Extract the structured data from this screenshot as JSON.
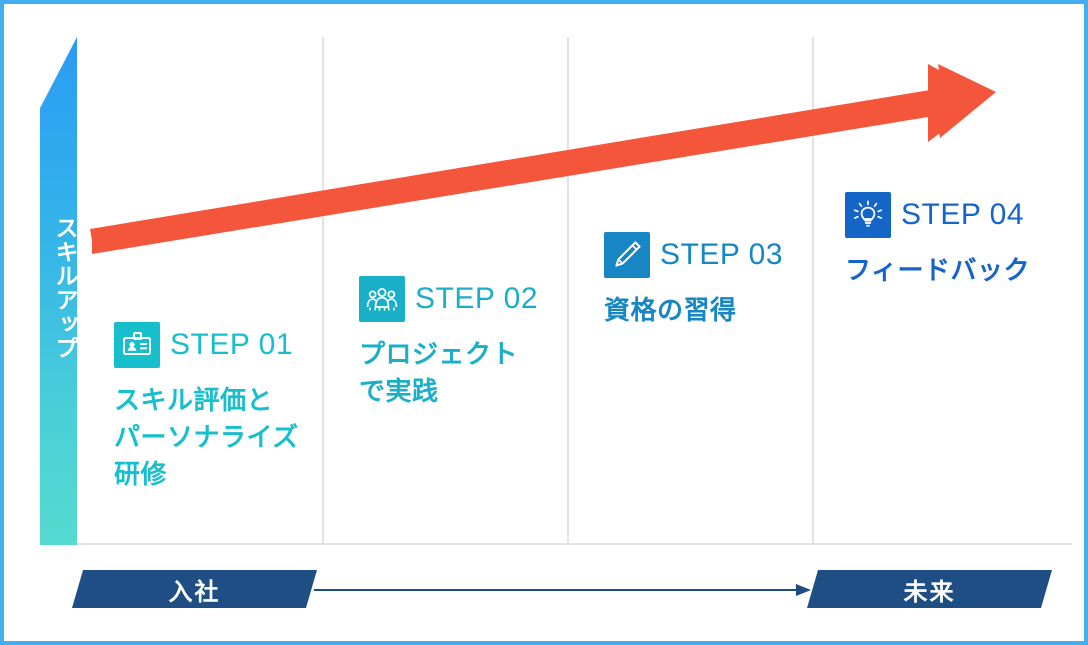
{
  "diagram": {
    "axis": {
      "label": "スキルアップ",
      "gradient_from": "#2B9BF4",
      "gradient_to": "#57DACF"
    },
    "growth_arrow": {
      "name": "growth-arrow",
      "color": "#F4563C"
    },
    "steps": [
      {
        "title": "STEP 01",
        "description": "スキル評価と\nパーソナライズ\n研修",
        "icon": "id-card-icon",
        "icon_bg": "#17BFCC",
        "text_color": "#17BFCC"
      },
      {
        "title": "STEP 02",
        "description": "プロジェクト\nで実践",
        "icon": "people-group-icon",
        "icon_bg": "#19AFC6",
        "text_color": "#19AFC6"
      },
      {
        "title": "STEP 03",
        "description": "資格の習得",
        "icon": "pencil-icon",
        "icon_bg": "#1786C4",
        "text_color": "#1786C4"
      },
      {
        "title": "STEP 04",
        "description": "フィードバック",
        "icon": "lightbulb-icon",
        "icon_bg": "#1565C8",
        "text_color": "#1565C8"
      }
    ],
    "timeline": {
      "start_label": "入社",
      "end_label": "未来",
      "banner_color": "#1F4E84"
    },
    "border_color": "#42AEF0"
  }
}
